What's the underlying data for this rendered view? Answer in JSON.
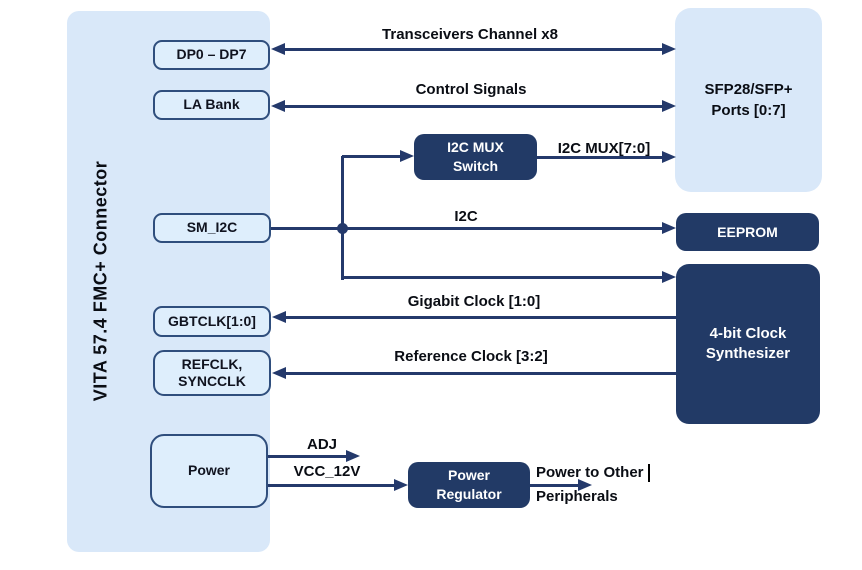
{
  "diagram": {
    "connector": {
      "title": "VITA 57.4 FMC+ Connector",
      "ports": {
        "dp": "DP0 – DP7",
        "la": "LA Bank",
        "smi2c": "SM_I2C",
        "gbtclk": "GBTCLK[1:0]",
        "refclk_line1": "REFCLK,",
        "refclk_line2": "SYNCCLK",
        "power": "Power"
      }
    },
    "blocks": {
      "i2c_mux_line1": "I2C MUX",
      "i2c_mux_line2": "Switch",
      "eeprom": "EEPROM",
      "clock_synth_line1": "4-bit Clock",
      "clock_synth_line2": "Synthesizer",
      "power_reg_line1": "Power",
      "power_reg_line2": "Regulator",
      "sfp_line1": "SFP28/SFP+",
      "sfp_line2": "Ports [0:7]"
    },
    "signal_labels": {
      "transceivers": "Transceivers Channel x8",
      "control": "Control Signals",
      "i2c_mux_bus": "I2C MUX[7:0]",
      "i2c": "I2C",
      "gigabit_clock": "Gigabit Clock [1:0]",
      "reference_clock": "Reference Clock [3:2]",
      "adj": "ADJ",
      "vcc": "VCC_12V",
      "power_out_line1": "Power to Other",
      "power_out_line2": "Peripherals"
    },
    "colors": {
      "background": "#ffffff",
      "connector_fill": "#d9e8f9",
      "port_fill": "#deeefc",
      "port_border": "#2f4e7d",
      "dark_block_fill": "#223a66",
      "dark_block_text": "#ffffff",
      "line": "#24396b",
      "label_text": "#0a0d14"
    }
  }
}
